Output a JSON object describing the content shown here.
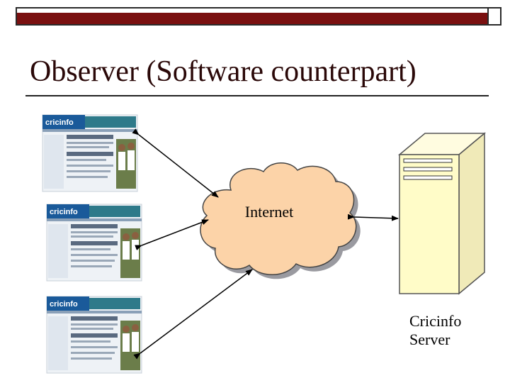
{
  "slide": {
    "title": "Observer (Software counterpart)"
  },
  "diagram": {
    "cloud_label": "Internet",
    "server_label_line1": "Cricinfo",
    "server_label_line2": "Server",
    "clients": [
      {
        "site": "cricinfo"
      },
      {
        "site": "cricinfo"
      },
      {
        "site": "cricinfo"
      }
    ]
  },
  "colors": {
    "title_bar": "#7a1010",
    "cloud_fill": "#fcd3a8",
    "server_fill": "#fffcc8",
    "page_header": "#1a5a9a"
  }
}
